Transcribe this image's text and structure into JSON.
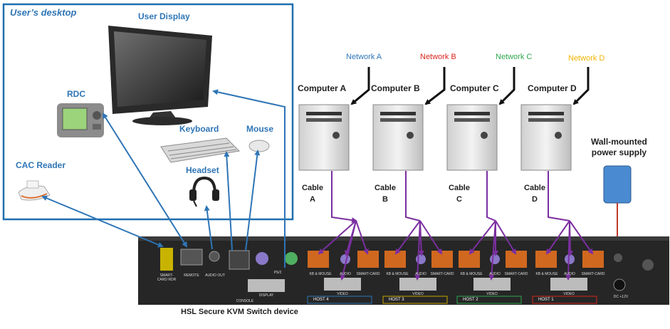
{
  "desktop": {
    "title": "User’s desktop",
    "user_display": "User Display",
    "rdc": "RDC",
    "keyboard": "Keyboard",
    "mouse": "Mouse",
    "headset": "Headset",
    "cac_reader": "CAC Reader"
  },
  "networks": [
    {
      "label": "Network A",
      "color": "#2e75b6"
    },
    {
      "label": "Network B",
      "color": "#d7261e"
    },
    {
      "label": "Network C",
      "color": "#2fa84f"
    },
    {
      "label": "Network D",
      "color": "#f0b400"
    }
  ],
  "computers": [
    "Computer A",
    "Computer B",
    "Computer C",
    "Computer D"
  ],
  "cables": [
    {
      "line1": "Cable",
      "line2": "A"
    },
    {
      "line1": "Cable",
      "line2": "B"
    },
    {
      "line1": "Cable",
      "line2": "C"
    },
    {
      "line1": "Cable",
      "line2": "D"
    }
  ],
  "power_supply": {
    "line1": "Wall-mounted",
    "line2": "power supply"
  },
  "device": {
    "caption": "HSL Secure KVM Switch device",
    "ports": {
      "smart_card": "SMART-CARD RDR",
      "remote": "REMOTE",
      "audio_out": "AUDIO OUT",
      "console": "CONSOLE",
      "display": "DISPLAY",
      "ps2": "PS/2",
      "kb_mouse": "KB & MOUSE",
      "audio": "AUDIO",
      "smartcard": "SMART-CARD",
      "video": "VIDEO",
      "dc": "DC +12V"
    },
    "hosts": [
      {
        "label": "HOST 4",
        "color": "#2e75b6"
      },
      {
        "label": "HOST 3",
        "color": "#c9a400"
      },
      {
        "label": "HOST 2",
        "color": "#2fa84f"
      },
      {
        "label": "HOST 1",
        "color": "#d7261e"
      }
    ]
  },
  "colors": {
    "connection": "#2e75b6",
    "cable": "#7b2fa0",
    "power_cable": "#c0392b",
    "frame": "#1f6fb0"
  }
}
